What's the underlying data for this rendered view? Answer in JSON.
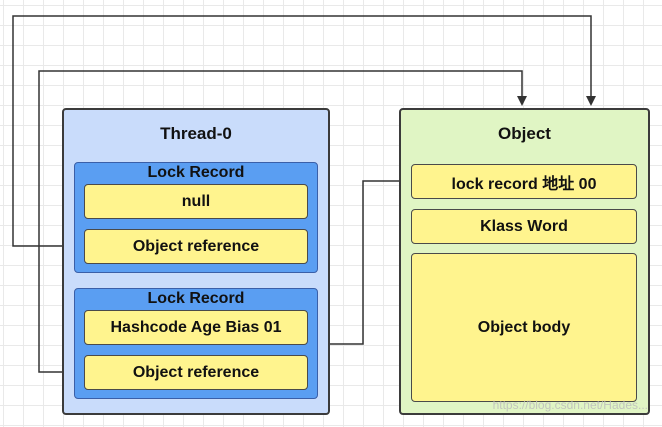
{
  "thread": {
    "title": "Thread-0",
    "lock_records": [
      {
        "title": "Lock Record",
        "top": "null",
        "bottom": "Object reference"
      },
      {
        "title": "Lock Record",
        "top": "Hashcode Age Bias 01",
        "bottom": "Object reference"
      }
    ]
  },
  "object": {
    "title": "Object",
    "mark_word": "lock  record 地址 00",
    "klass_word": "Klass Word",
    "body": "Object body"
  },
  "watermark": "https://blog.csdn.net/Hades..."
}
